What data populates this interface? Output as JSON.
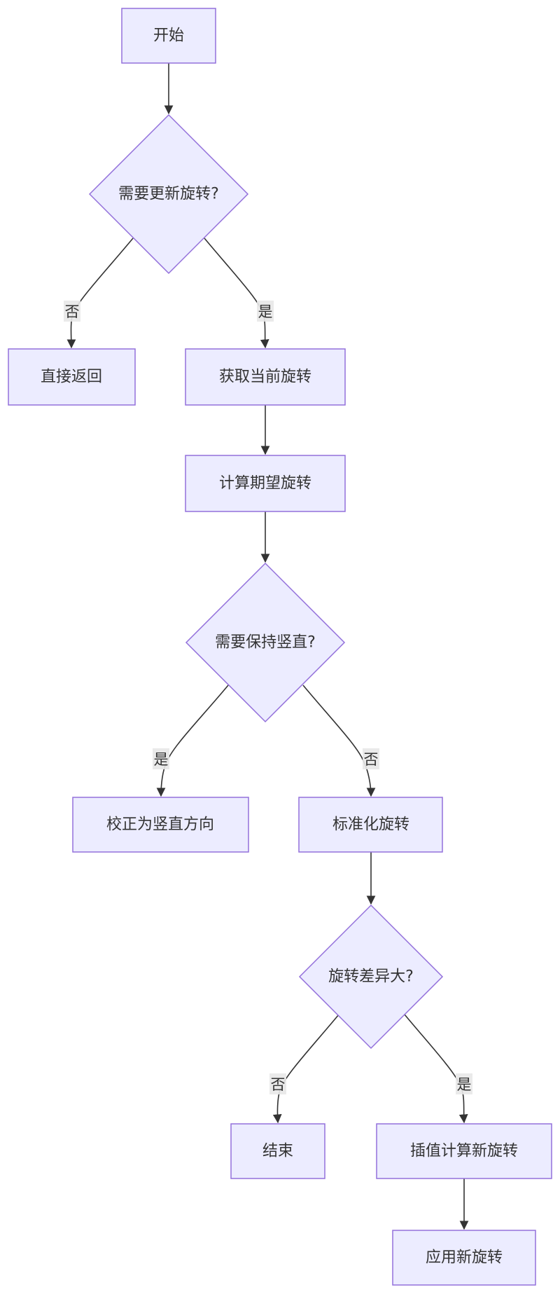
{
  "nodes": {
    "start": "开始",
    "need_update": "需要更新旋转?",
    "return_direct": "直接返回",
    "get_current": "获取当前旋转",
    "calc_desired": "计算期望旋转",
    "keep_vertical": "需要保持竖直?",
    "correct_vertical": "校正为竖直方向",
    "normalize": "标准化旋转",
    "diff_large": "旋转差异大?",
    "end": "结束",
    "interpolate": "插值计算新旋转",
    "apply": "应用新旋转"
  },
  "edge_labels": {
    "update_no": "否",
    "update_yes": "是",
    "vertical_yes": "是",
    "vertical_no": "否",
    "diff_no": "否",
    "diff_yes": "是"
  },
  "colors": {
    "node_fill": "#ececff",
    "node_stroke": "#9370db",
    "edge": "#333333",
    "label_bg": "#e8e8e8"
  }
}
